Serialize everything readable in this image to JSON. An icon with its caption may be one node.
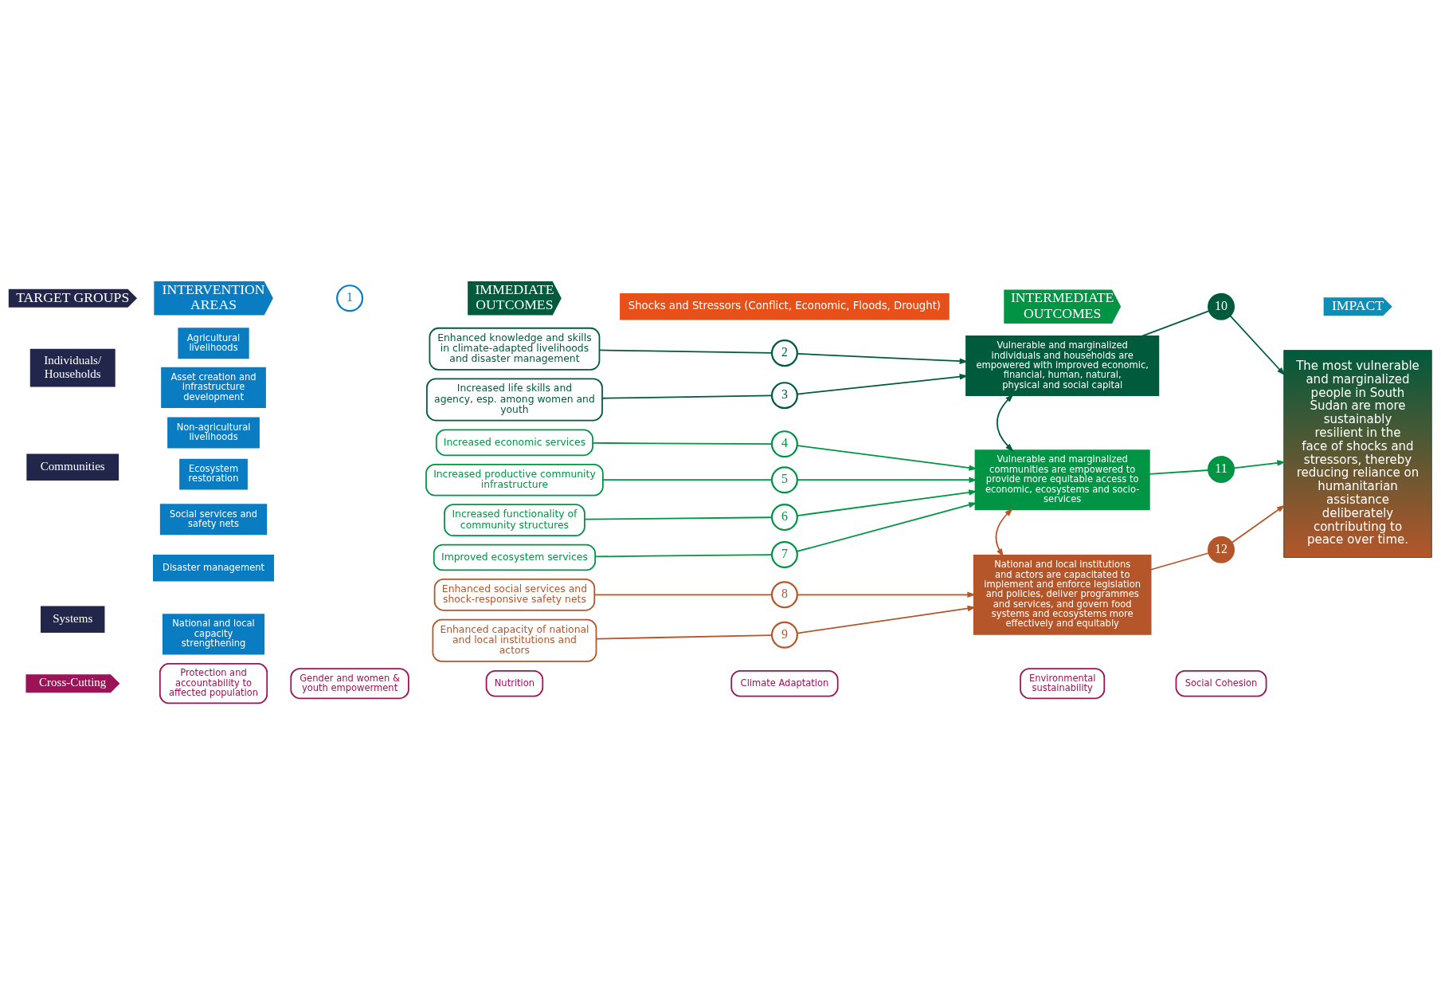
{
  "diagram": {
    "nodes": [
      {
        "text": [
          "TARGET GROUPS"
        ]
      },
      {
        "text": [
          "INTERVENTION AREAS"
        ]
      },
      {
        "text": [
          "IMMEDIATE OUTCOMES"
        ]
      },
      {
        "text": [
          "INTERMEDIATE OUTCOMES"
        ]
      },
      {
        "text": [
          "IMPACT"
        ]
      },
      {
        "text": [
          "Shocks and Stressors (Conflict, Economic, Floods, Drought)"
        ]
      },
      {
        "text": [
          "Individuals/ Households"
        ]
      },
      {
        "text": [
          "Communities"
        ]
      },
      {
        "text": [
          "Systems"
        ]
      },
      {
        "text": [
          "Agricultural livelihoods"
        ]
      },
      {
        "text": [
          "Asset creation and infrastructure development"
        ]
      },
      {
        "text": [
          "Non-agricultural livelihoods"
        ]
      },
      {
        "text": [
          "Ecosystem restoration"
        ]
      },
      {
        "text": [
          "Social services and safety nets"
        ]
      },
      {
        "text": [
          "Disaster management"
        ]
      },
      {
        "text": [
          "National and local capacity strengthening"
        ]
      },
      {
        "text": [
          "1"
        ]
      },
      {
        "text": [
          "Enhanced knowledge and skills in climate-adapted livelihoods and disaster management"
        ]
      },
      {
        "text": [
          "Increased life skills and agency, esp. among women and youth"
        ]
      },
      {
        "text": [
          "Increased economic services"
        ]
      },
      {
        "text": [
          "Increased productive community infrastructure"
        ]
      },
      {
        "text": [
          "Increased functionality of community structures"
        ]
      },
      {
        "text": [
          "Improved ecosystem services"
        ]
      },
      {
        "text": [
          "Enhanced social services and shock-responsive safety nets"
        ]
      },
      {
        "text": [
          "Enhanced capacity of national and local institutions and actors"
        ]
      },
      {
        "text": [
          "2"
        ]
      },
      {
        "text": [
          "3"
        ]
      },
      {
        "text": [
          "4"
        ]
      },
      {
        "text": [
          "5"
        ]
      },
      {
        "text": [
          "6"
        ]
      },
      {
        "text": [
          "7"
        ]
      },
      {
        "text": [
          "8"
        ]
      },
      {
        "text": [
          "9"
        ]
      },
      {
        "text": [
          "Vulnerable and marginalized individuals and households are empowered with improved economic, financial, human, natural, physical and social capital"
        ]
      },
      {
        "text": [
          "Vulnerable and marginalized communities are empowered to provide more equitable access to economic, ecosystems and socio- services"
        ]
      },
      {
        "text": [
          "National and local institutions and actors are capacitated to implement and enforce legislation and policies, deliver programmes and services, and govern food systems and ecosystems more effectively and equitably"
        ]
      },
      {
        "text": [
          "10"
        ]
      },
      {
        "text": [
          "11"
        ]
      },
      {
        "text": [
          "12"
        ]
      },
      {
        "text": [
          "The most vulnerable and marginalized people in South Sudan are more sustainably resilient in the face of shocks and stressors, thereby reducing reliance on humanitarian assistance deliberately contributing to peace over time."
        ]
      },
      {
        "text": [
          "Cross-Cutting"
        ]
      },
      {
        "text": [
          "Protection and accountability to affected population"
        ]
      },
      {
        "text": [
          "Gender and women & youth empowerment"
        ]
      },
      {
        "text": [
          "Nutrition"
        ]
      },
      {
        "text": [
          "Climate Adaptation"
        ]
      },
      {
        "text": [
          "Environmental sustainability"
        ]
      },
      {
        "text": [
          "Social Cohesion"
        ]
      }
    ],
    "edges": [
      {
        "from": 17,
        "to": 25,
        "arrow": "none",
        "color": "#005a3c"
      },
      {
        "from": 25,
        "to": 33,
        "arrow": "to",
        "color": "#005a3c"
      },
      {
        "from": 18,
        "to": 26,
        "arrow": "none",
        "color": "#005a3c"
      },
      {
        "from": 26,
        "to": 33,
        "arrow": "to",
        "color": "#005a3c"
      },
      {
        "from": 19,
        "to": 27,
        "arrow": "none"
      },
      {
        "from": 27,
        "to": 34,
        "arrow": "to"
      },
      {
        "from": 20,
        "to": 28,
        "arrow": "none"
      },
      {
        "from": 28,
        "to": 34,
        "arrow": "to"
      },
      {
        "from": 21,
        "to": 29,
        "arrow": "none"
      },
      {
        "from": 29,
        "to": 34,
        "arrow": "to"
      },
      {
        "from": 22,
        "to": 30,
        "arrow": "none"
      },
      {
        "from": 30,
        "to": 34,
        "arrow": "to"
      },
      {
        "from": 23,
        "to": 31,
        "arrow": "none",
        "color": "#b5562a"
      },
      {
        "from": 31,
        "to": 35,
        "arrow": "to",
        "color": "#b5562a"
      },
      {
        "from": 24,
        "to": 32,
        "arrow": "none",
        "color": "#b5562a"
      },
      {
        "from": 32,
        "to": 35,
        "arrow": "to",
        "color": "#b5562a"
      },
      {
        "from": 33,
        "to": 34,
        "arrow": "both",
        "color": "#005a3c"
      },
      {
        "from": 34,
        "to": 35,
        "arrow": "both",
        "color": "#b5562a"
      },
      {
        "from": 33,
        "to": 36,
        "arrow": "none",
        "color": "#005a3c"
      },
      {
        "from": 36,
        "to": 39,
        "arrow": "to",
        "color": "#005a3c"
      },
      {
        "from": 34,
        "to": 37,
        "arrow": "none"
      },
      {
        "from": 37,
        "to": 39,
        "arrow": "to"
      },
      {
        "from": 35,
        "to": 38,
        "arrow": "none",
        "color": "#b5562a"
      },
      {
        "from": 38,
        "to": 39,
        "arrow": "to",
        "color": "#b5562a"
      }
    ]
  }
}
